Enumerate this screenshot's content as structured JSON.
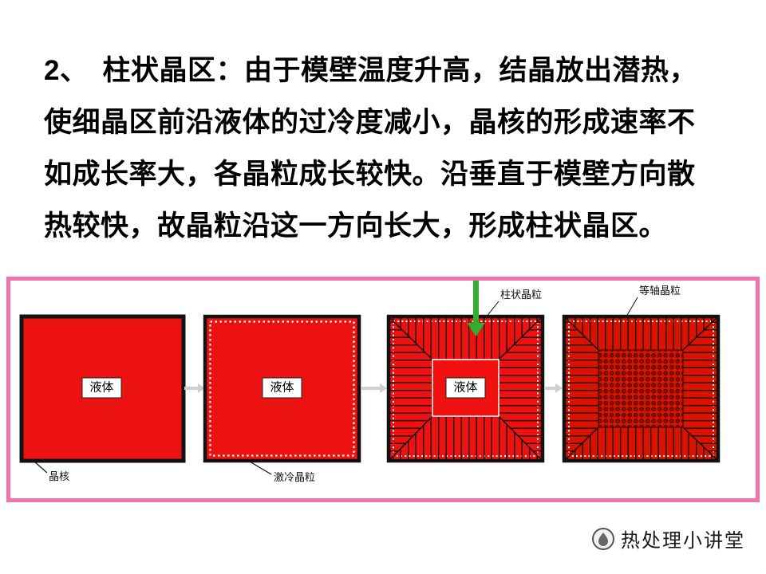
{
  "slide": {
    "paragraph_lines": [
      "2、　柱状晶区：由于模壁温度升高，结晶放出潜热，",
      "使细晶区前沿液体的过冷度减小，晶核的形成速率不",
      "如成长率大，各晶粒成长较快。沿垂直于模壁方向散",
      "热较快，故晶粒沿这一方向长大，形成柱状晶区。"
    ]
  },
  "diagram": {
    "stages": [
      {
        "label": "液体",
        "annotation": "晶核"
      },
      {
        "label": "液体",
        "annotation": "激冷晶粒"
      },
      {
        "label": "液体",
        "annotation": "柱状晶粒"
      },
      {
        "label": "",
        "annotation": "等轴晶粒"
      }
    ],
    "colors": {
      "liquid_red": "#ec1212",
      "solid_red": "#d81300",
      "frame_pink": "#f373ae",
      "arrow_green": "#2fae2f",
      "stage_arrow_gray": "#cfcfcf"
    }
  },
  "watermark": {
    "text": "热处理小讲堂"
  }
}
